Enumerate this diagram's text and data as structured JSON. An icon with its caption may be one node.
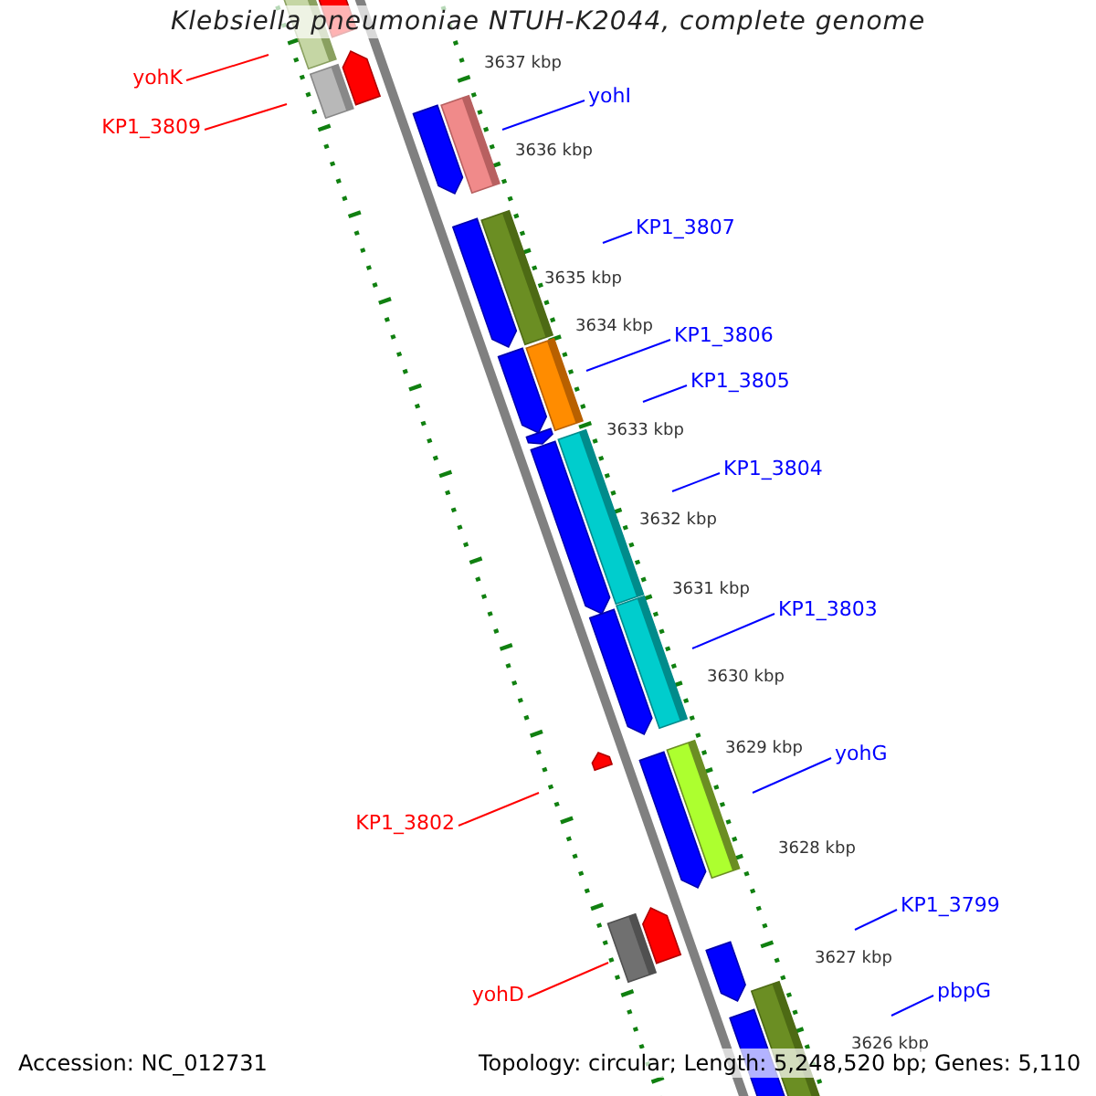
{
  "diagram": {
    "title": "Klebsiella pneumoniae NTUH-K2044, complete genome",
    "nodes": [
      {
        "text": [
          "yohK"
        ]
      },
      {
        "text": [
          "yohI"
        ]
      },
      {
        "text": [
          "KP1_3809"
        ]
      },
      {
        "text": [
          "KP1_3807"
        ]
      },
      {
        "text": [
          "KP1_3806"
        ]
      },
      {
        "text": [
          "KP1_3805"
        ]
      },
      {
        "text": [
          "KP1_3804"
        ]
      },
      {
        "text": [
          "KP1_3803"
        ]
      },
      {
        "text": [
          "yohG"
        ]
      },
      {
        "text": [
          "KP1_3802"
        ]
      },
      {
        "text": [
          "KP1_3799"
        ]
      },
      {
        "text": [
          "pbpG"
        ]
      },
      {
        "text": [
          "yohD"
        ]
      }
    ],
    "edges": [
      {
        "from": 0,
        "to": null,
        "arrow": "none",
        "color": "#ff0000"
      },
      {
        "from": 1,
        "to": null,
        "arrow": "none"
      },
      {
        "from": 2,
        "to": null,
        "arrow": "none",
        "color": "#ff0000"
      },
      {
        "from": 3,
        "to": null,
        "arrow": "none"
      },
      {
        "from": 4,
        "to": null,
        "arrow": "none"
      },
      {
        "from": 5,
        "to": null,
        "arrow": "none"
      },
      {
        "from": 6,
        "to": null,
        "arrow": "none"
      },
      {
        "from": 7,
        "to": null,
        "arrow": "none"
      },
      {
        "from": 8,
        "to": null,
        "arrow": "none"
      },
      {
        "from": 9,
        "to": null,
        "arrow": "none",
        "color": "#ff0000"
      },
      {
        "from": 10,
        "to": null,
        "arrow": "none"
      },
      {
        "from": 11,
        "to": null,
        "arrow": "none"
      },
      {
        "from": 12,
        "to": null,
        "arrow": "none",
        "color": "#ff0000"
      }
    ],
    "labels": [
      "3637 kbp",
      "3636 kbp",
      "3635 kbp",
      "3634 kbp",
      "3633 kbp",
      "3632 kbp",
      "3631 kbp",
      "3630 kbp",
      "3629 kbp",
      "3628 kbp",
      "3627 kbp",
      "3626 kbp",
      "Accession: NC_012731",
      "Topology: circular; Length: 5,248,520 bp; Genes: 5,110"
    ]
  }
}
